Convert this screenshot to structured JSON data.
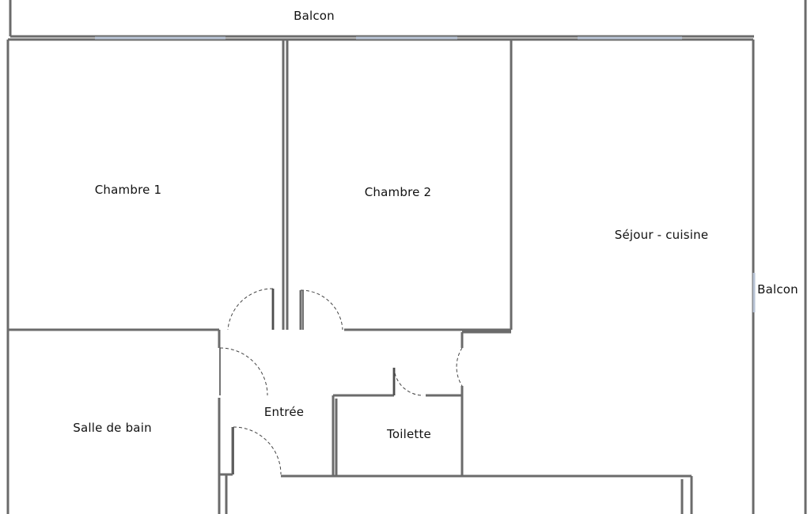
{
  "plan": {
    "rooms": {
      "balcon_top": "Balcon",
      "chambre_1": "Chambre 1",
      "chambre_2": "Chambre 2",
      "sejour_cuisine": "Séjour - cuisine",
      "balcon_right": "Balcon",
      "salle_de_bain": "Salle de bain",
      "entree": "Entrée",
      "toilette": "Toilette"
    },
    "colors": {
      "wall": "#6b6b6b",
      "wall_fill": "#bdbdbd",
      "window": "#b9c4d6",
      "door": "#444444",
      "background": "#ffffff"
    }
  }
}
